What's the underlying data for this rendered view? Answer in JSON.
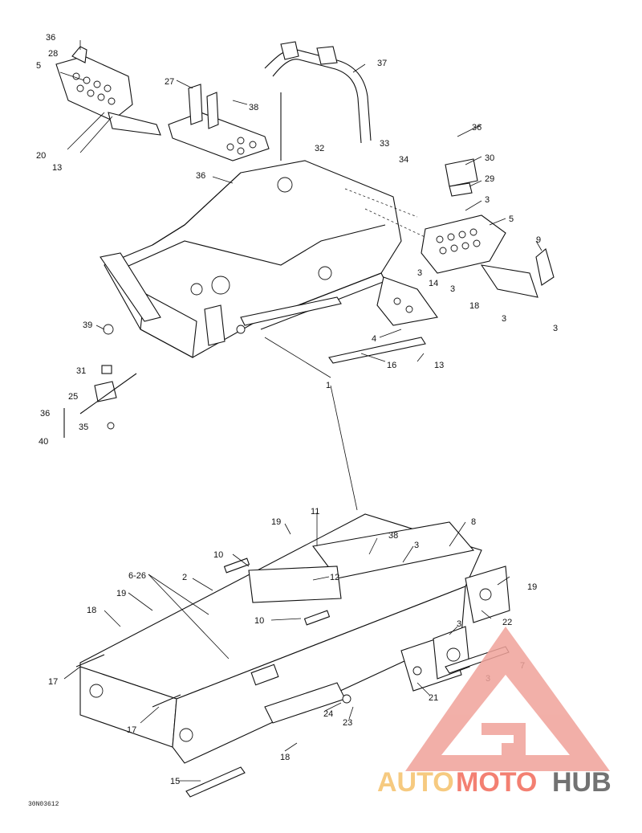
{
  "diagram": {
    "figure_code": "30N03612",
    "labels": [
      "36",
      "28",
      "5",
      "27",
      "38",
      "37",
      "20",
      "13",
      "36",
      "32",
      "33",
      "34",
      "36",
      "30",
      "29",
      "3",
      "5",
      "9",
      "3",
      "14",
      "3",
      "18",
      "3",
      "3",
      "39",
      "4",
      "16",
      "13",
      "1",
      "31",
      "25",
      "36",
      "35",
      "40",
      "19",
      "11",
      "8",
      "38",
      "3",
      "10",
      "12",
      "6-26",
      "2",
      "19",
      "18",
      "10",
      "19",
      "22",
      "3",
      "17",
      "7",
      "3",
      "21",
      "24",
      "23",
      "17",
      "18",
      "15"
    ]
  },
  "watermark": {
    "word_a": "AUTO",
    "word_b": "MOTO",
    "word_c": "HUB",
    "color_a": "#f5c16b",
    "color_b": "#f26a5a",
    "color_c": "#5a5a5a",
    "triangle_color": "#f0a29a"
  }
}
